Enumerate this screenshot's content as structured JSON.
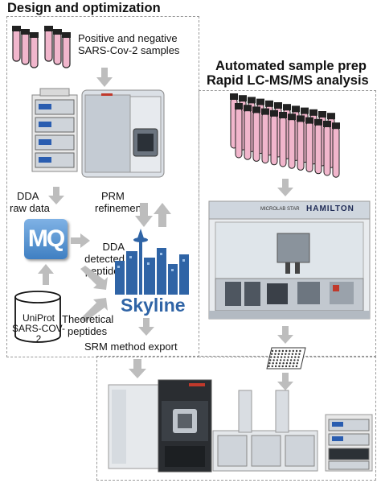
{
  "left_panel": {
    "title": "Design and optimization",
    "samples_label_line1": "Positive and negative",
    "samples_label_line2": "SARS-Cov-2 samples",
    "dda_line1": "DDA",
    "dda_line2": "raw data",
    "prm_line1": "PRM",
    "prm_line2": "refinement",
    "dda_detected_line1": "DDA detected",
    "dda_detected_line2": "peptides",
    "uniprot_line1": "UniProt",
    "uniprot_line2": "SARS-COV-2",
    "theoretical_line1": "Theoretical",
    "theoretical_line2": "peptides",
    "srm_export": "SRM method export",
    "maxquant_logo_text": "MQ",
    "skyline_logo_text": "Skyline"
  },
  "right_panel": {
    "title_line1": "Automated sample prep",
    "title_line2": "Rapid LC-MS/MS analysis",
    "robot_brand": "HAMILTON",
    "robot_model": "MICROLAB STAR"
  },
  "colors": {
    "tube_fill": "#f1b6cc",
    "arrow_gray": "#bdbdbd",
    "dash_border": "#9a9a9a",
    "skyline_blue": "#2f64a6",
    "mq_blue": "#4a87c5"
  }
}
